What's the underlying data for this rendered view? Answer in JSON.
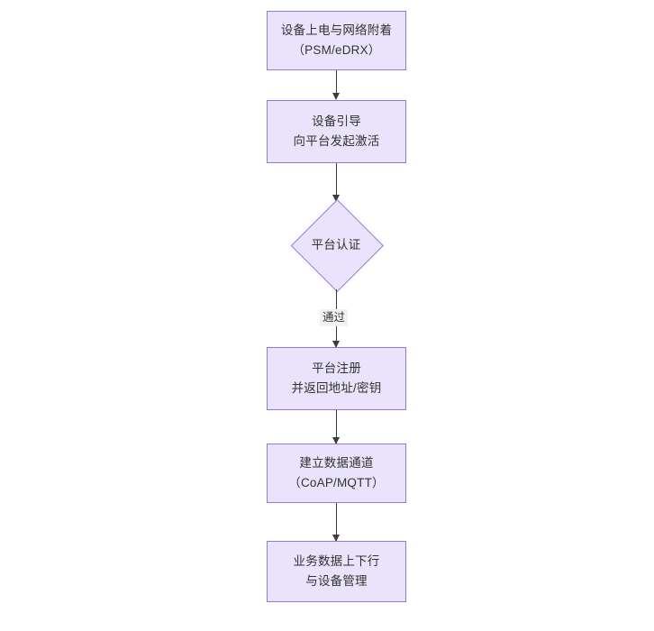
{
  "diagram": {
    "type": "flowchart",
    "orientation": "top-to-bottom",
    "colors": {
      "node_fill": "#e9e3fb",
      "node_border": "#9b77d4",
      "connector": "#3d3d3d",
      "text": "#333333",
      "edge_label_background": "#f2f2f2",
      "canvas_background": "#ffffff"
    },
    "nodes": [
      {
        "id": "n1",
        "shape": "rectangle",
        "lines": [
          "设备上电与网络附着",
          "（PSM/eDRX）"
        ]
      },
      {
        "id": "n2",
        "shape": "rectangle",
        "lines": [
          "设备引导",
          "向平台发起激活"
        ]
      },
      {
        "id": "n3",
        "shape": "diamond",
        "lines": [
          "平台认证"
        ]
      },
      {
        "id": "n4",
        "shape": "rectangle",
        "lines": [
          "平台注册",
          "并返回地址/密钥"
        ]
      },
      {
        "id": "n5",
        "shape": "rectangle",
        "lines": [
          "建立数据通道",
          "（CoAP/MQTT）"
        ]
      },
      {
        "id": "n6",
        "shape": "rectangle",
        "lines": [
          "业务数据上下行",
          "与设备管理"
        ]
      }
    ],
    "edges": [
      {
        "id": "e1",
        "from": "n1",
        "to": "n2",
        "label": ""
      },
      {
        "id": "e2",
        "from": "n2",
        "to": "n3",
        "label": ""
      },
      {
        "id": "e3",
        "from": "n3",
        "to": "n4",
        "label": "通过"
      },
      {
        "id": "e4",
        "from": "n4",
        "to": "n5",
        "label": ""
      },
      {
        "id": "e5",
        "from": "n5",
        "to": "n6",
        "label": ""
      }
    ]
  }
}
